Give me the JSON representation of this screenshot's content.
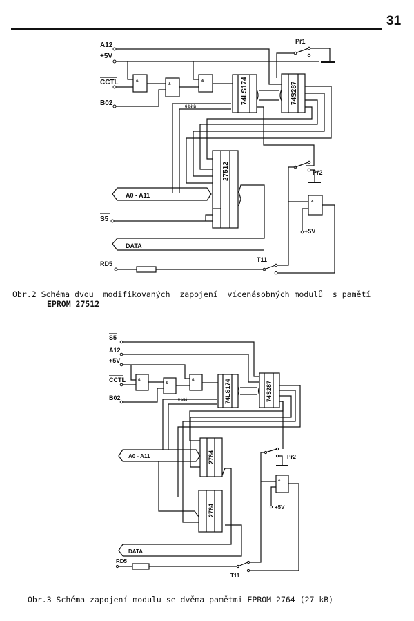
{
  "page_number": "31",
  "figure2": {
    "labels": {
      "a12": "A12",
      "v5": "+5V",
      "cctl": "CCTL",
      "b02": "B02",
      "pr1": "Př1",
      "pr2": "Př2",
      "bits": "6 bitů",
      "latch": "74LS174",
      "prom": "74S287",
      "eprom": "27512",
      "bus_addr": "A0 - A11",
      "s5": "S5",
      "data": "DATA",
      "rd5": "RD5",
      "t11": "T11",
      "v5b": "+5V",
      "gate": "&"
    },
    "caption_prefix": "Obr.2",
    "caption": "Schéma dvou  modifikovaných  zapojení  vícenásobných modulů  s pamětí",
    "caption_line2": "EPROM 27512"
  },
  "figure3": {
    "labels": {
      "s5": "S5",
      "a12": "A12",
      "v5": "+5V",
      "cctl": "CCTL",
      "b02": "B02",
      "bits": "6 bitů",
      "latch": "74LS174",
      "prom": "74S287",
      "eprom1": "2764",
      "eprom2": "2764",
      "bus_addr": "A0 - A11",
      "pr2": "Př2",
      "v5b": "+5V",
      "data": "DATA",
      "rd5": "RD5",
      "t11": "T11",
      "gate": "&"
    },
    "caption": "Obr.3 Schéma zapojení modulu se dvěma pamětmi EPROM 2764 (27 kB)"
  }
}
